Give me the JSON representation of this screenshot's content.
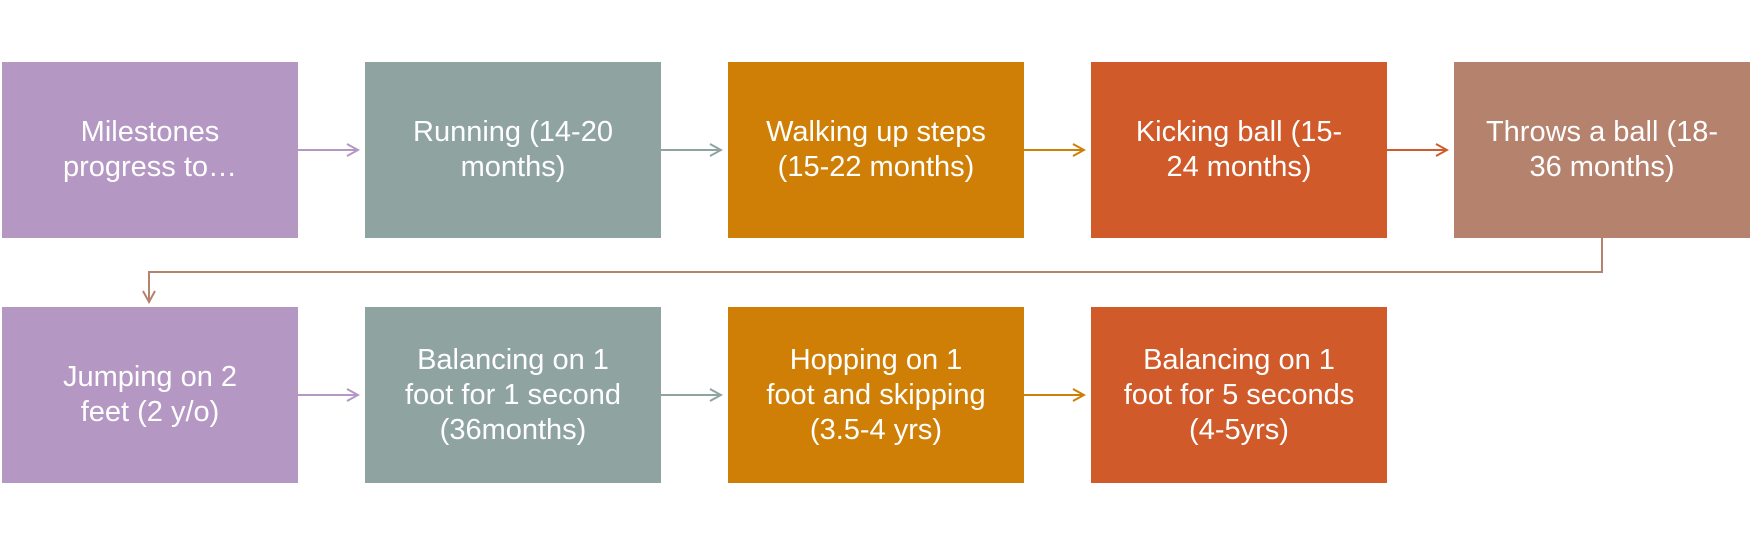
{
  "colors": {
    "purple": "#b497c2",
    "gray": "#8fa3a1",
    "orange": "#cf7f05",
    "red_orange": "#d05a2a",
    "brown": "#b5826e"
  },
  "steps": [
    {
      "label": "Milestones\nprogress to…",
      "color": "#b497c2",
      "arrow": "#b497c2"
    },
    {
      "label": "Running (14-20\nmonths)",
      "color": "#8fa3a1",
      "arrow": "#8fa3a1"
    },
    {
      "label": "Walking up steps\n(15-22 months)",
      "color": "#cf7f05",
      "arrow": "#cf7f05"
    },
    {
      "label": "Kicking ball (15-\n24 months)",
      "color": "#d05a2a",
      "arrow": "#d05a2a"
    },
    {
      "label": "Throws a ball (18-\n36 months)",
      "color": "#b5826e",
      "arrow": "#b5826e"
    },
    {
      "label": "Jumping on 2\nfeet (2 y/o)",
      "color": "#b497c2",
      "arrow": "#b497c2"
    },
    {
      "label": "Balancing on 1\nfoot for 1 second\n(36months)",
      "color": "#8fa3a1",
      "arrow": "#8fa3a1"
    },
    {
      "label": "Hopping on 1\nfoot and skipping\n(3.5-4 yrs)",
      "color": "#cf7f05",
      "arrow": "#cf7f05"
    },
    {
      "label": "Balancing on 1\nfoot for 5 seconds\n(4-5yrs)",
      "color": "#d05a2a",
      "arrow": "#d05a2a"
    }
  ]
}
